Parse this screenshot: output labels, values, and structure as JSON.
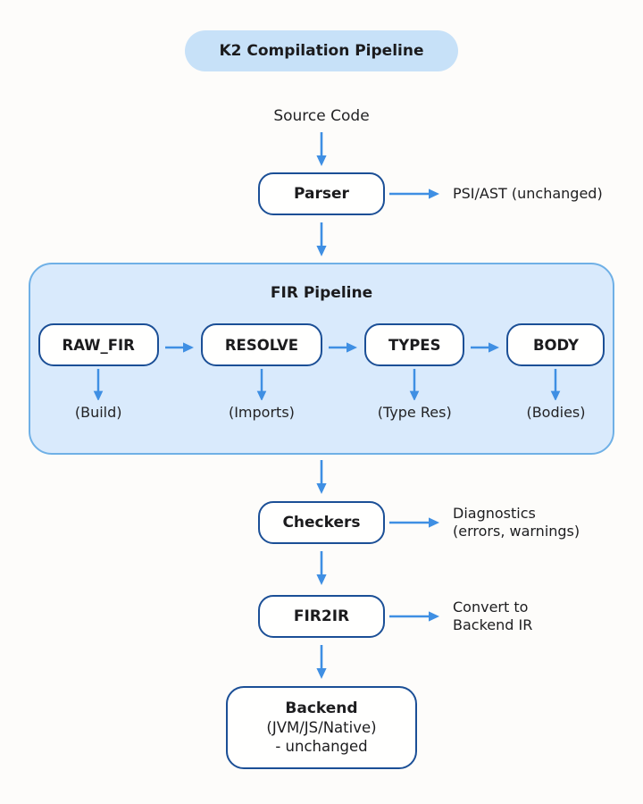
{
  "title": "K2 Compilation Pipeline",
  "colors": {
    "arrow": "#3f8fe3",
    "node_border": "#1b4f96",
    "pill_bg": "#c7e1f8",
    "container_bg": "#d9eafc",
    "container_border": "#6fb0e6"
  },
  "flow": {
    "source_label": "Source Code",
    "parser": {
      "label": "Parser",
      "annotation": "PSI/AST (unchanged)"
    },
    "fir_pipeline": {
      "title": "FIR Pipeline",
      "stages": [
        {
          "label": "RAW_FIR",
          "sublabel": "(Build)"
        },
        {
          "label": "RESOLVE",
          "sublabel": "(Imports)"
        },
        {
          "label": "TYPES",
          "sublabel": "(Type Res)"
        },
        {
          "label": "BODY",
          "sublabel": "(Bodies)"
        }
      ]
    },
    "checkers": {
      "label": "Checkers",
      "annotation_line1": "Diagnostics",
      "annotation_line2": "(errors, warnings)"
    },
    "fir2ir": {
      "label": "FIR2IR",
      "annotation_line1": "Convert to",
      "annotation_line2": "Backend IR"
    },
    "backend": {
      "line1": "Backend",
      "line2": "(JVM/JS/Native)",
      "line3": "- unchanged"
    }
  }
}
